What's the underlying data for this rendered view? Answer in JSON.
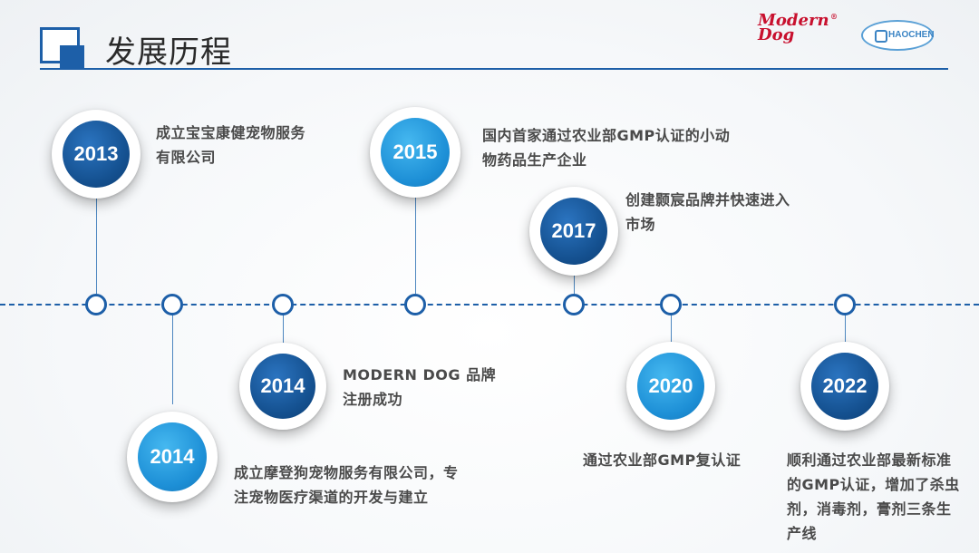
{
  "header": {
    "title": "发展历程",
    "logo_modern_dog": {
      "line1": "Modern",
      "line2": "Dog",
      "reg": "®"
    },
    "logo_haochen": {
      "text": "HAOCHEN"
    }
  },
  "colors": {
    "primary": "#1d5fa8",
    "dark_circle": "#14508f",
    "light_circle": "#1d8fd6",
    "text": "#4a4a4a",
    "logo_red": "#c8102e"
  },
  "milestones": [
    {
      "year": "2013",
      "lines": [
        "成立宝宝康健宠物服务",
        "有限公司"
      ]
    },
    {
      "year": "2014",
      "lines": [
        "成立摩登狗宠物服务有限公司，专",
        "注宠物医疗渠道的开发与建立"
      ]
    },
    {
      "year": "2014",
      "lines": [
        "MODERN DOG 品牌",
        "注册成功"
      ]
    },
    {
      "year": "2015",
      "lines": [
        "国内首家通过农业部GMP认证的小动",
        "物药品生产企业"
      ]
    },
    {
      "year": "2017",
      "lines": [
        "创建颢宸品牌并快速进入",
        "市场"
      ]
    },
    {
      "year": "2020",
      "lines": [
        "通过农业部GMP复认证"
      ]
    },
    {
      "year": "2022",
      "lines": [
        "顺利通过农业部最新标准",
        "的GMP认证，增加了杀虫",
        "剂，消毒剂，膏剂三条生",
        "产线"
      ]
    }
  ]
}
